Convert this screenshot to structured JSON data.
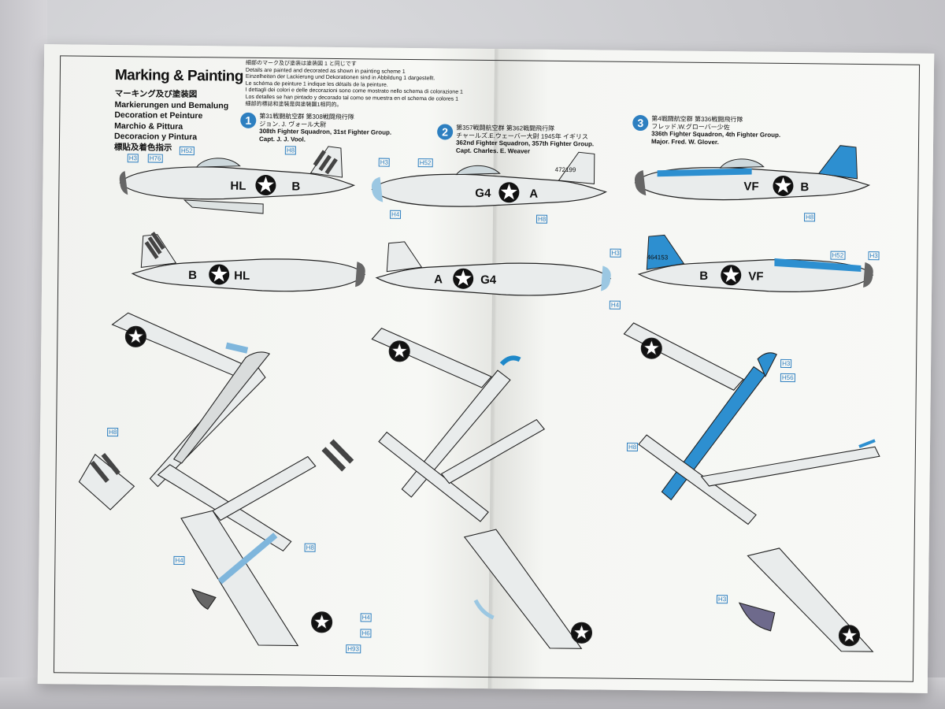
{
  "heading": {
    "title": "Marking & Painting",
    "subtitles": [
      "マーキング及び塗装図",
      "Markierungen und Bemalung",
      "Decoration et Peinture",
      "Marchio & Pittura",
      "Decoracion y Pintura",
      "標貼及着色指示"
    ]
  },
  "notes": [
    "細部のマーク及び塗装は塗装図 1 と同じです",
    "Details are painted and decorated as shown in painting scheme 1",
    "Einzelheiten der Lackierung und Dekorationen sind in Abbildung 1 dargestellt.",
    "Le schéma de peinture 1 indique les détails de la peinture.",
    "I dettagli dei colori e delle decorazioni sono come mostrato nello schema di colorazione 1",
    "Los detalles se han pintado y decorado tal como se muestra en el schema de colores 1",
    "細部的標誌和塗裝是與塗裝圖1相同的。"
  ],
  "schemes": [
    {
      "number": "1",
      "lines": [
        "第31戦闘航空群 第308戦闘飛行隊",
        "ジョン. J. ヴォール大尉",
        "308th Fighter Squadron, 31st Fighter Group.",
        "Capt. J. J. Vool."
      ]
    },
    {
      "number": "2",
      "lines": [
        "第357戦闘航空群 第362戦闘飛行隊",
        "チャールズ.E.ウェーバー大尉 1945年 イギリス",
        "362nd Fighter Squadron, 357th Fighter Group.",
        "Capt. Charles. E. Weaver"
      ]
    },
    {
      "number": "3",
      "lines": [
        "第4戦闘航空群 第336戦闘飛行隊",
        "フレッド.W.グローバー少佐",
        "336th Fighter Squadron, 4th Fighter Group.",
        "Major. Fred. W. Glover."
      ]
    }
  ],
  "aircraft_codes": {
    "p1_left": "HL",
    "p1_right": "B",
    "p1b_left": "B",
    "p1b_right": "HL",
    "p2_left": "G4",
    "p2_right": "A",
    "p2b_left": "A",
    "p2b_right": "G4",
    "p3_left": "VF",
    "p3_right": "B",
    "p3b_left": "B",
    "p3b_right": "VF",
    "serial_2": "472199",
    "serial_3": "464153"
  },
  "callouts": [
    "H3",
    "H76",
    "H52",
    "H8",
    "H4",
    "H8",
    "H3",
    "H52",
    "H3",
    "H4",
    "H8",
    "H52",
    "H3",
    "H8",
    "H4",
    "H8",
    "H3",
    "H56",
    "H8",
    "H3",
    "H4",
    "H6",
    "H93"
  ],
  "colors": {
    "accent_blue": "#2d7fc0",
    "camo_blue": "#1e88c9",
    "paper": "#f6f7f4",
    "ink": "#111111"
  }
}
